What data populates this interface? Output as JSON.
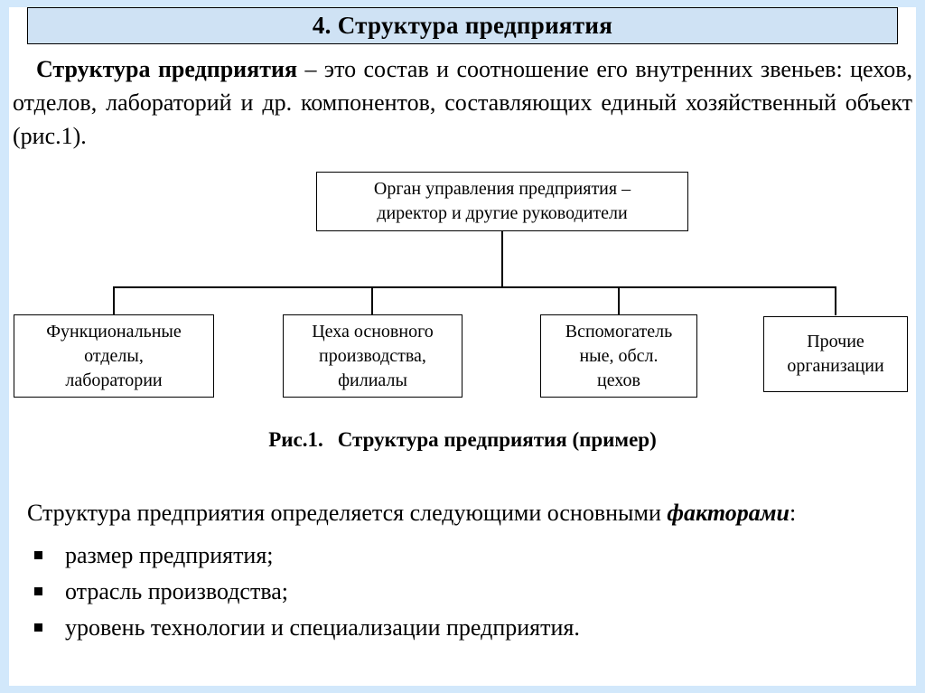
{
  "title": "4. Структура предприятия",
  "intro": {
    "lead_bold": "Структура предприятия",
    "rest": " – это состав и соотношение его внутренних звеньев: цехов, отделов, лабораторий и др. компонентов, составляющих единый хозяйственный объект (рис.1)."
  },
  "diagram": {
    "root_box": "Орган управления предприятия –\nдиректор и другие руководители",
    "children": [
      "Функциональные\nотделы,\nлаборатории",
      "Цеха основного\nпроизводства,\nфилиалы",
      "Вспомогатель\nные, обсл.\nцехов",
      "Прочие\nорганизации"
    ],
    "caption_label": "Рис.1.",
    "caption_text": "Структура предприятия (пример)"
  },
  "factors": {
    "lead": "Структура предприятия определяется следующими основными ",
    "emphasis": "факторами",
    "tail": ":",
    "items": [
      "размер предприятия;",
      "отрасль производства;",
      "уровень технологии и специализации предприятия."
    ]
  },
  "colors": {
    "frame": "#d2e8fb",
    "title_fill": "#cfe2f4",
    "line": "#000000"
  }
}
